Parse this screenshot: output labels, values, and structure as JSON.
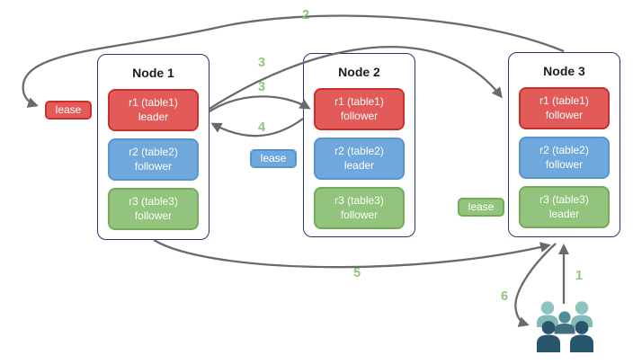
{
  "diagram": {
    "title_hint": "range lease / replica leadership diagram",
    "nodes": [
      {
        "title": "Node 1",
        "replicas": [
          {
            "label": "r1 (table1)",
            "role": "leader",
            "color": "red"
          },
          {
            "label": "r2 (table2)",
            "role": "follower",
            "color": "blue"
          },
          {
            "label": "r3 (table3)",
            "role": "follower",
            "color": "green"
          }
        ]
      },
      {
        "title": "Node 2",
        "replicas": [
          {
            "label": "r1 (table1)",
            "role": "follower",
            "color": "red"
          },
          {
            "label": "r2 (table2)",
            "role": "leader",
            "color": "blue"
          },
          {
            "label": "r3 (table3)",
            "role": "follower",
            "color": "green"
          }
        ]
      },
      {
        "title": "Node 3",
        "replicas": [
          {
            "label": "r1 (table1)",
            "role": "follower",
            "color": "red"
          },
          {
            "label": "r2 (table2)",
            "role": "follower",
            "color": "blue"
          },
          {
            "label": "r3 (table3)",
            "role": "leader",
            "color": "green"
          }
        ]
      }
    ],
    "leases": [
      {
        "color": "red",
        "label": "lease",
        "near": "Node 1 r1 leader"
      },
      {
        "color": "blue",
        "label": "lease",
        "near": "Node 2 r2 leader"
      },
      {
        "color": "green",
        "label": "lease",
        "near": "Node 3 r3 leader"
      }
    ],
    "steps": {
      "s1": "1",
      "s2": "2",
      "s3a": "3",
      "s3b": "3",
      "s4": "4",
      "s5": "5",
      "s6": "6"
    },
    "arrows": [
      {
        "step": "1",
        "from": "clients",
        "to": "Node 3 bottom"
      },
      {
        "step": "2",
        "from": "Node 3 top",
        "to": "red lease badge"
      },
      {
        "step": "3",
        "from": "Node 1 r1 leader",
        "to": "Node 3 r1 follower"
      },
      {
        "step": "3",
        "from": "Node 1 r1 leader",
        "to": "Node 2 r1 follower"
      },
      {
        "step": "4",
        "from": "Node 2 r1",
        "to": "Node 1 r1 leader"
      },
      {
        "step": "5",
        "from": "Node 1 bottom",
        "to": "Node 3 bottom"
      },
      {
        "step": "6",
        "from": "Node 3 bottom",
        "to": "clients"
      }
    ],
    "icons": {
      "clients": "people-group-icon"
    }
  },
  "palette": {
    "red_fill": "#e25b58",
    "red_border": "#c9302c",
    "blue_fill": "#6fa8dc",
    "blue_border": "#5b93cf",
    "green_fill": "#93c47d",
    "green_border": "#74ab58",
    "node_border": "#24386b",
    "arrow": "#6a6a6a",
    "step_label": "#93c47d",
    "people_light": "#8cc2c0",
    "people_mid": "#4f8d9b",
    "people_mid_body": "#3f7080",
    "people_dark": "#28566c"
  }
}
